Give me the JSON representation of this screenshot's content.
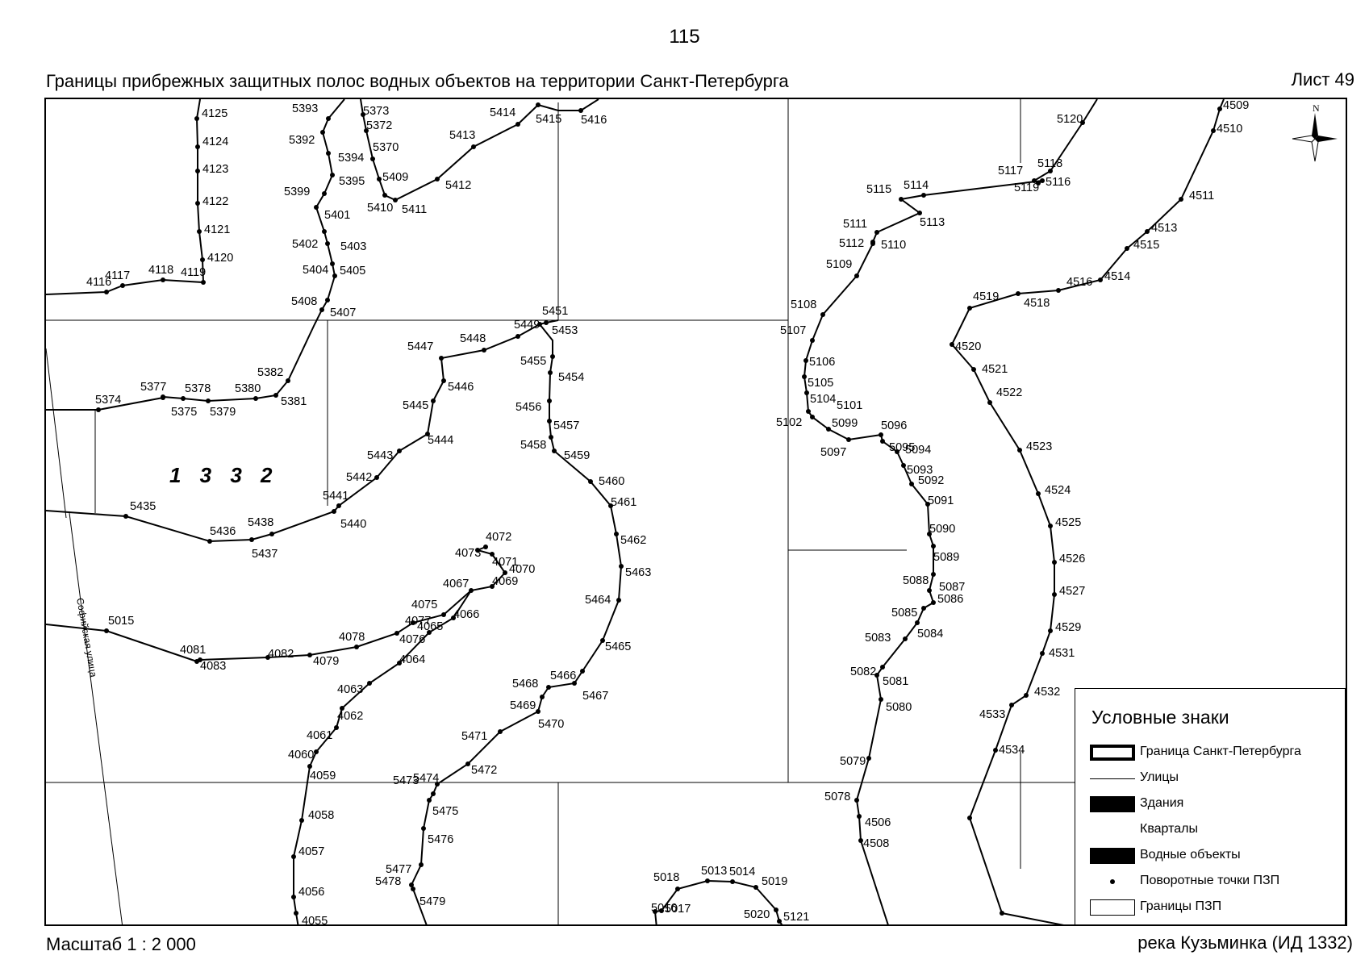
{
  "page_number": "115",
  "map_title": "Границы прибрежных защитных полос водных объектов на территории Санкт-Петербурга",
  "sheet_label": "Лист 49",
  "scale_label": "Масштаб 1 : 2 000",
  "object_label": "река Кузьминка (ИД 1332)",
  "zone_id": "1 3 3 2",
  "street_name": "Софийская улица",
  "north_label": "N",
  "legend": {
    "title": "Условные знаки",
    "items": [
      {
        "label": "Граница Санкт-Петербурга",
        "symbol": "thick-outline"
      },
      {
        "label": "Улицы",
        "symbol": "thin-line"
      },
      {
        "label": "Здания",
        "symbol": "filled-black"
      },
      {
        "label": "Кварталы",
        "symbol": "none"
      },
      {
        "label": "Водные объекты",
        "symbol": "filled-black"
      },
      {
        "label": "Поворотные точки ПЗП",
        "symbol": "dot"
      },
      {
        "label": "Границы ПЗП",
        "symbol": "outline"
      }
    ]
  },
  "colors": {
    "line": "#000000",
    "grid": "#000000",
    "background": "#ffffff"
  },
  "point_labels": [
    "4125",
    "4124",
    "4123",
    "4122",
    "4121",
    "4120",
    "4119",
    "4118",
    "4117",
    "4116",
    "5393",
    "5392",
    "5394",
    "5395",
    "5399",
    "5401",
    "5402",
    "5403",
    "5404",
    "5405",
    "5408",
    "5407",
    "5382",
    "5381",
    "5380",
    "5379",
    "5378",
    "5377",
    "5375",
    "5374",
    "5373",
    "5372",
    "5370",
    "5409",
    "5410",
    "5411",
    "5412",
    "5413",
    "5414",
    "5415",
    "5416",
    "5451",
    "5453",
    "5449",
    "5448",
    "5447",
    "5446",
    "5445",
    "5444",
    "5443",
    "5442",
    "5441",
    "5440",
    "5438",
    "5437",
    "5436",
    "5435",
    "5455",
    "5454",
    "5456",
    "5457",
    "5458",
    "5459",
    "5460",
    "5461",
    "5462",
    "5463",
    "5464",
    "5465",
    "5466",
    "5467",
    "5468",
    "5469",
    "5470",
    "5471",
    "5472",
    "5473",
    "5474",
    "5475",
    "5476",
    "5477",
    "5478",
    "5479",
    "4072",
    "4073",
    "4071",
    "4070",
    "4069",
    "4067",
    "4066",
    "4065",
    "4064",
    "4063",
    "4062",
    "4061",
    "4060",
    "4059",
    "4058",
    "4057",
    "4056",
    "4055",
    "4075",
    "4077",
    "4076",
    "4078",
    "4079",
    "4082",
    "4081",
    "4083",
    "5015",
    "5016",
    "5017",
    "5018",
    "5013",
    "5014",
    "5019",
    "5020",
    "5121",
    "5120",
    "5118",
    "5117",
    "5119",
    "5116",
    "5114",
    "5115",
    "5113",
    "5111",
    "5112",
    "5110",
    "5109",
    "5108",
    "5107",
    "5106",
    "5105",
    "5104",
    "5102",
    "5101",
    "5099",
    "5097",
    "5096",
    "5095",
    "5094",
    "5093",
    "5092",
    "5091",
    "5090",
    "5089",
    "5088",
    "5087",
    "5086",
    "5085",
    "5084",
    "5083",
    "5082",
    "5081",
    "5080",
    "5079",
    "5078",
    "4506",
    "4508",
    "4509",
    "4510",
    "4511",
    "4513",
    "4515",
    "4514",
    "4516",
    "4518",
    "4519",
    "4520",
    "4521",
    "4522",
    "4523",
    "4524",
    "4525",
    "4526",
    "4527",
    "4529",
    "4531",
    "4532",
    "4533",
    "4534"
  ]
}
